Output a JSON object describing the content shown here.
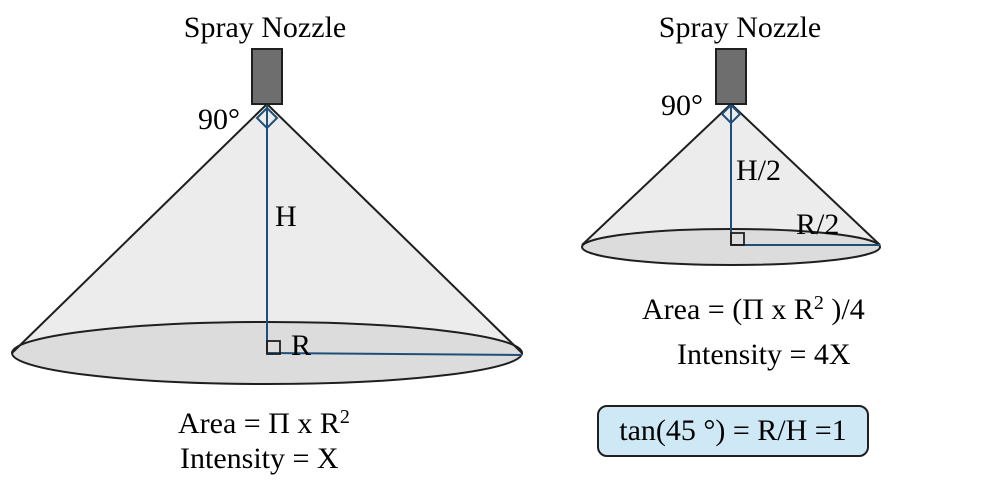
{
  "left_cone": {
    "nozzle_label": "Spray Nozzle",
    "angle_label": "90°",
    "height_label": "H",
    "radius_label": "R",
    "area_prefix": "Area = Π x R",
    "area_exponent": "2",
    "intensity": "Intensity = X"
  },
  "right_cone": {
    "nozzle_label": "Spray Nozzle",
    "angle_label": "90°",
    "height_label": "H/2",
    "radius_label": "R/2",
    "area_prefix": "Area = (Π x R",
    "area_exponent": "2",
    "area_suffix": " )/4",
    "intensity": "Intensity = 4X"
  },
  "formula": "tan(45 °) = R/H =1",
  "colors": {
    "cone_fill": "#ececec",
    "base_fill": "#dcdcdc",
    "outline": "#1f1f1f",
    "axis_line": "#1f4e79",
    "nozzle": "#6e6e6e",
    "formula_box": "#cfe8f5"
  }
}
